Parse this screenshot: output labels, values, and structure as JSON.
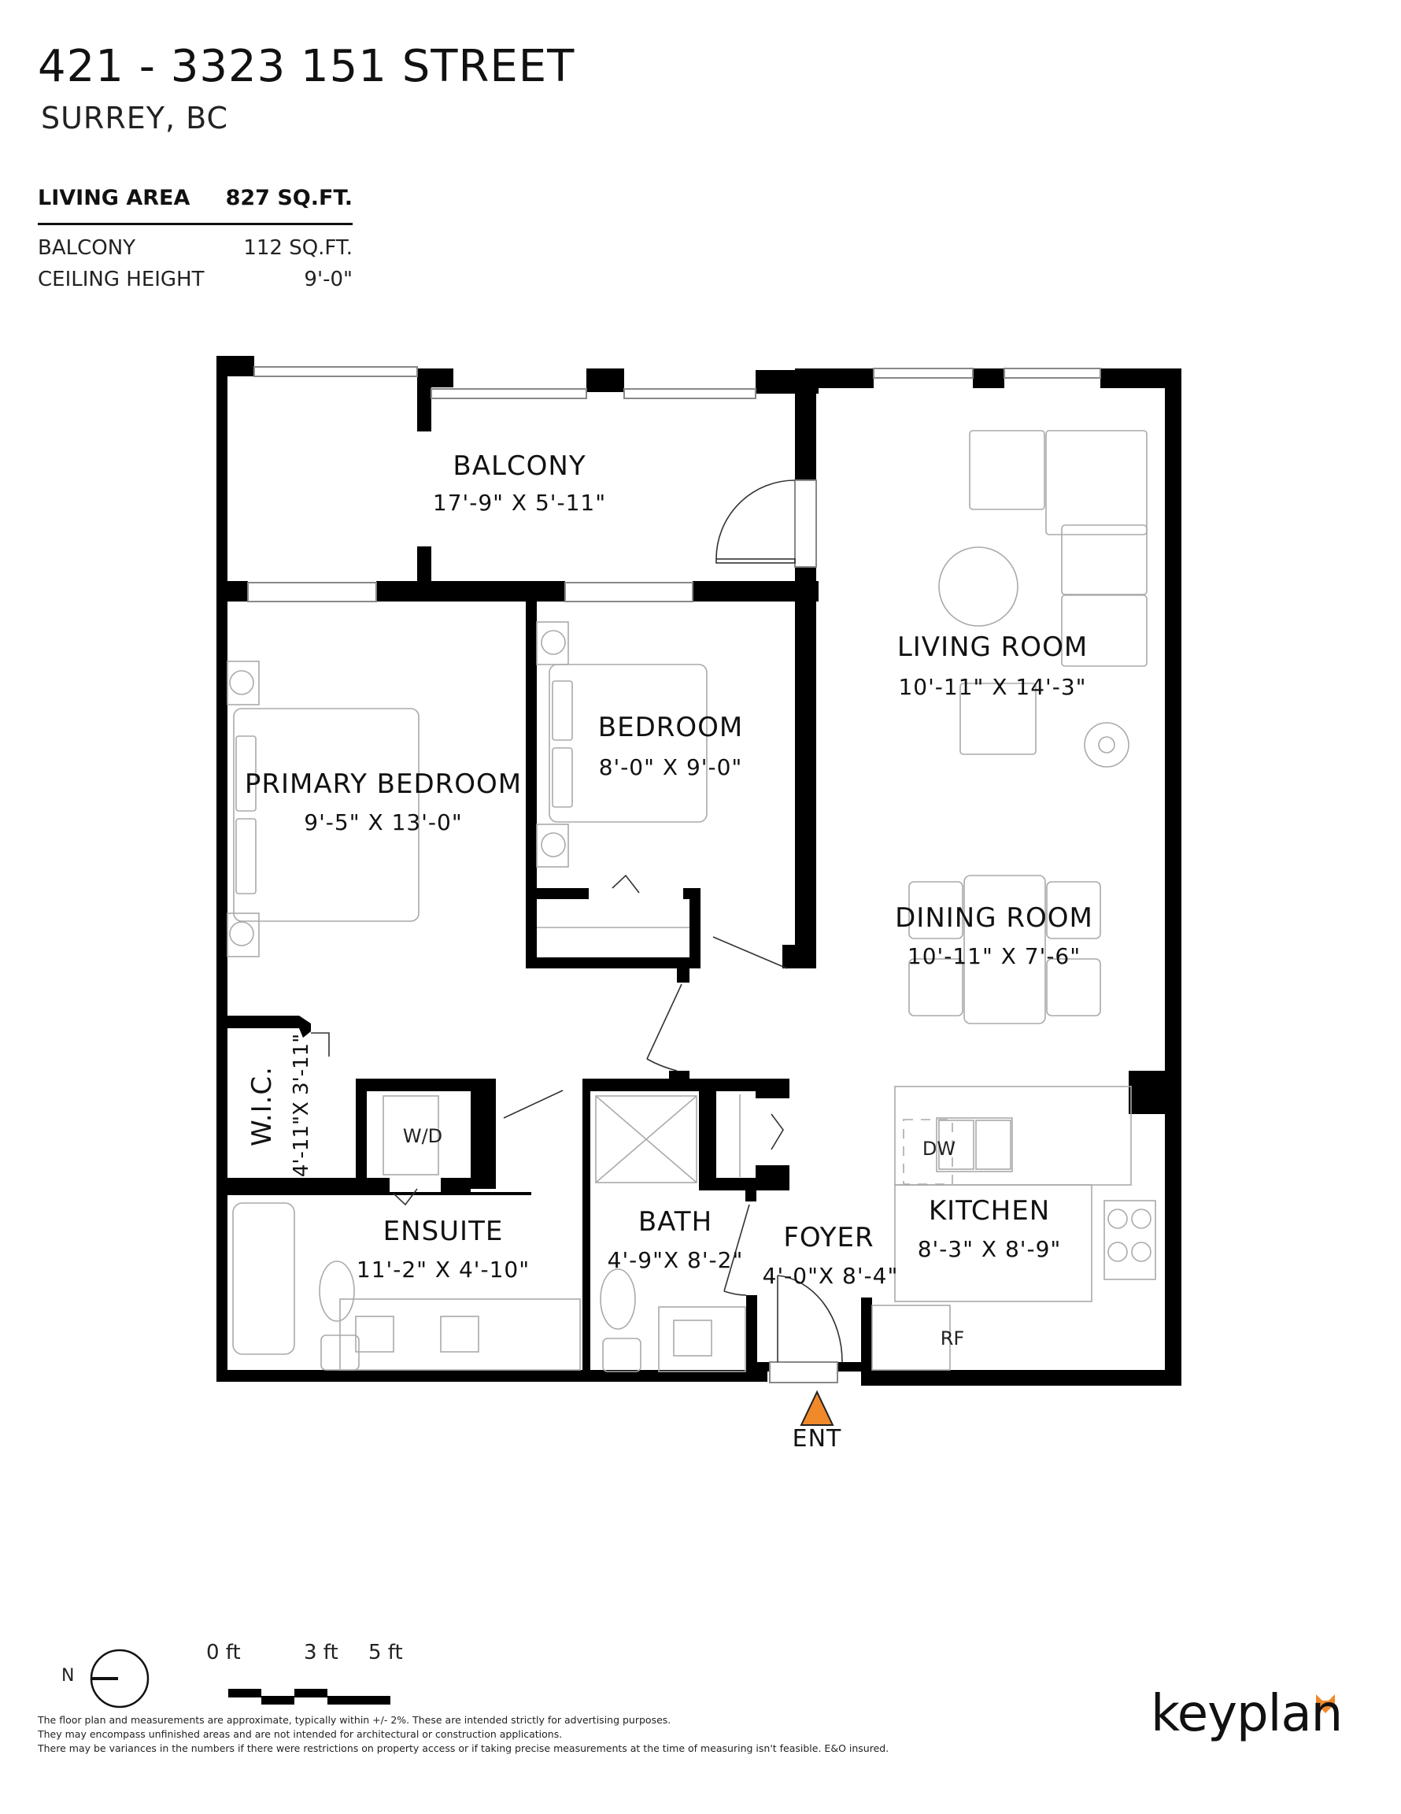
{
  "header": {
    "address": "421 - 3323 151 STREET",
    "city": "SURREY, BC"
  },
  "stats": {
    "living_area": {
      "label": "LIVING AREA",
      "value": "827 SQ.FT."
    },
    "balcony": {
      "label": "BALCONY",
      "value": "112 SQ.FT."
    },
    "ceiling_height": {
      "label": "CEILING HEIGHT",
      "value": "9'-0\""
    }
  },
  "rooms": {
    "balcony": {
      "name": "BALCONY",
      "dims": "17'-9\"  X  5'-11\""
    },
    "living_room": {
      "name": "LIVING ROOM",
      "dims": "10'-11\"  X  14'-3\""
    },
    "primary_bedroom": {
      "name": "PRIMARY BEDROOM",
      "dims": "9'-5\"  X  13'-0\""
    },
    "bedroom": {
      "name": "BEDROOM",
      "dims": "8'-0\"  X  9'-0\""
    },
    "dining_room": {
      "name": "DINING ROOM",
      "dims": "10'-11\"  X  7'-6\""
    },
    "wic": {
      "name": "W.I.C.",
      "dims": "4'-11\"X 3'-11\""
    },
    "ensuite": {
      "name": "ENSUITE",
      "dims": "11'-2\"  X  4'-10\""
    },
    "bath": {
      "name": "BATH",
      "dims": "4'-9\"X 8'-2\""
    },
    "foyer": {
      "name": "FOYER",
      "dims": "4'-0\"X 8'-4\""
    },
    "kitchen": {
      "name": "KITCHEN",
      "dims": "8'-3\"  X  8'-9\""
    }
  },
  "fixtures": {
    "washer_dryer": "W/D",
    "dishwasher": "DW",
    "refrigerator": "RF"
  },
  "entrance": {
    "label": "ENT",
    "marker_color": "#F0892A"
  },
  "compass": {
    "north_label": "N"
  },
  "scale_bar": {
    "labels": [
      "0 ft",
      "3 ft",
      "5 ft"
    ]
  },
  "disclaimer": [
    "The floor plan and measurements are approximate, typically within +/- 2%. These are intended strictly for advertising purposes.",
    "They may encompass unfinished areas and are not intended for architectural or construction applications.",
    "There may be variances in the numbers if there were restrictions on property access or if taking precise measurements at the time of measuring isn't feasible. E&O insured."
  ],
  "brand": {
    "name": "keyplan",
    "accent_color": "#F0892A"
  }
}
